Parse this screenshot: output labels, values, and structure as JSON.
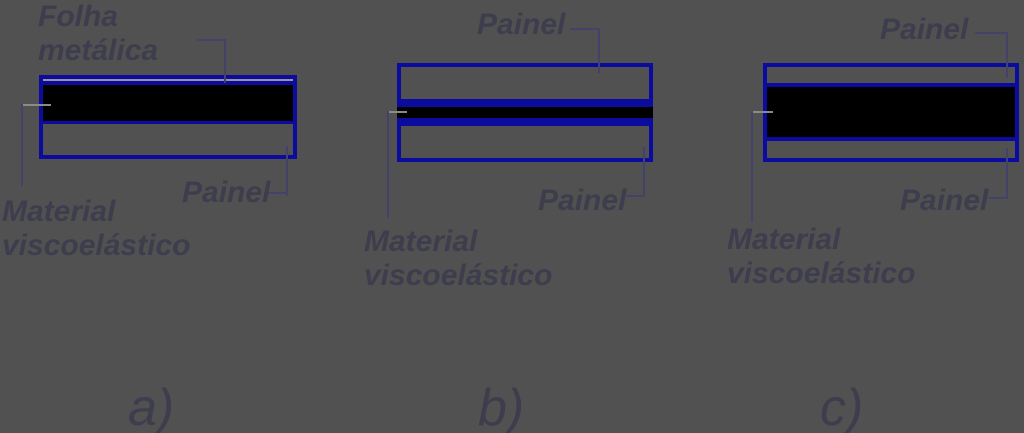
{
  "colors": {
    "background": "#515151",
    "outline_blue": "#0b0b9d",
    "viscoelastic_black": "#000000",
    "label_text": "#3d3d4d",
    "leader_line": "#42426b",
    "metal_sheet_line": "#969696"
  },
  "diagrams": [
    {
      "caption": "a)",
      "labels": {
        "metal_sheet": "Folha metálica",
        "viscoelastic": "Material viscoelástico",
        "panel": "Painel"
      }
    },
    {
      "caption": "b)",
      "labels": {
        "top_panel": "Painel",
        "viscoelastic": "Material viscoelástico",
        "panel": "Painel"
      }
    },
    {
      "caption": "c)",
      "labels": {
        "top_panel": "Painel",
        "viscoelastic": "Material viscoelástico",
        "panel": "Painel"
      }
    }
  ]
}
